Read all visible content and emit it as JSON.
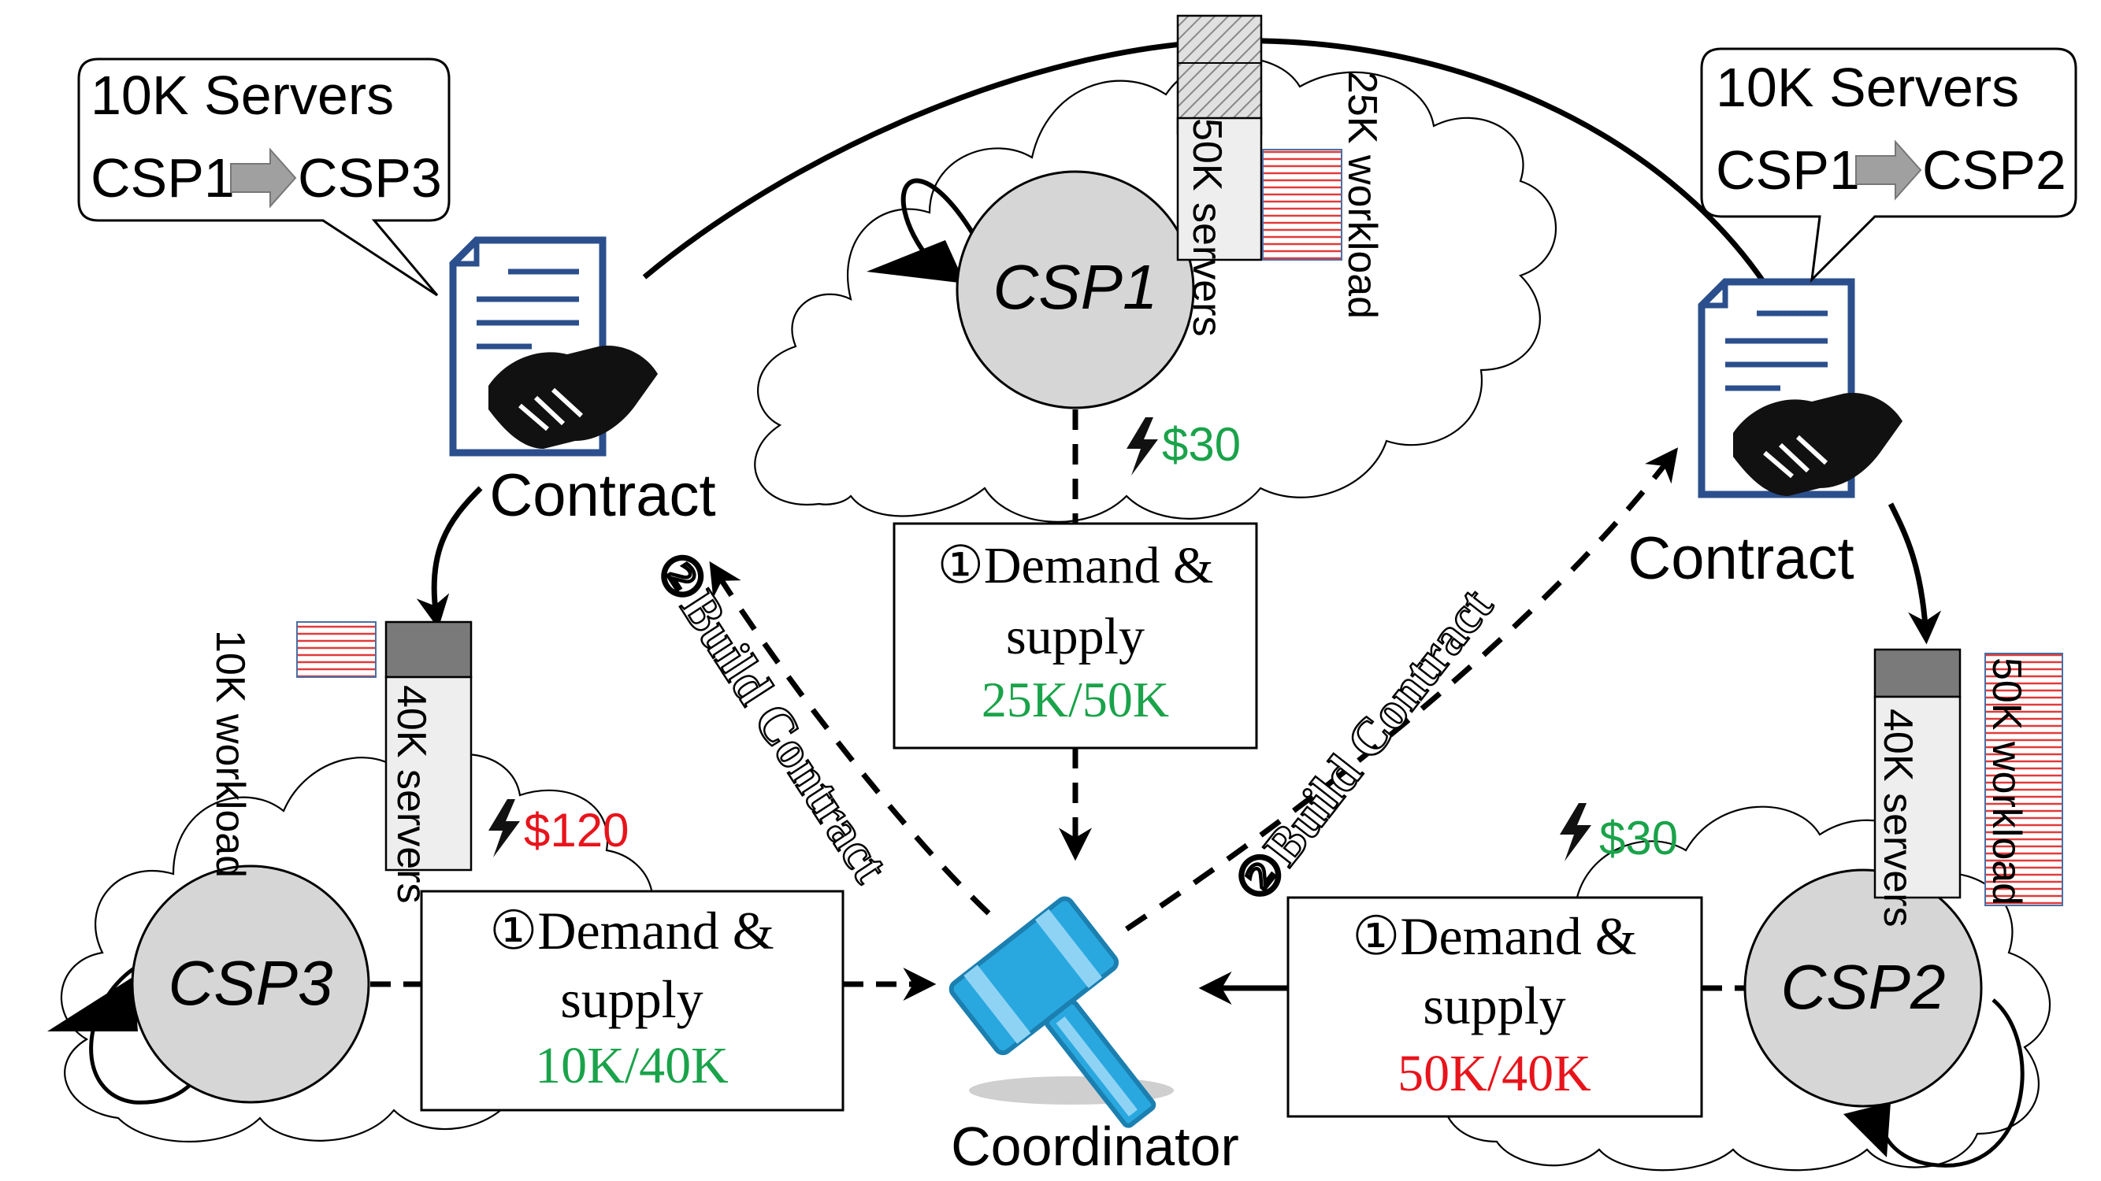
{
  "colors": {
    "accent_green": "#1aa34a",
    "accent_red": "#e8141c",
    "gavel_blue": "#29a8df",
    "doc_blue": "#2b4f8c",
    "node_fill": "#d6d6d6",
    "stripe_red": "#e23a3a"
  },
  "csp1": {
    "label": "CSP1",
    "servers": "50K servers",
    "workload": "25K workload",
    "price": "$30",
    "demand_title": "①Demand & supply",
    "ratio": "25K/50K"
  },
  "csp2": {
    "label": "CSP2",
    "servers": "40K servers",
    "workload": "50K workload",
    "price": "$30",
    "demand_title": "①Demand & supply",
    "ratio": "50K/40K"
  },
  "csp3": {
    "label": "CSP3",
    "servers": "40K servers",
    "workload": "10K workload",
    "price": "$120",
    "demand_title": "①Demand & supply",
    "ratio": "10K/40K"
  },
  "contract_left": {
    "label": "Contract",
    "bubble_line1": "10K Servers",
    "from": "CSP1",
    "to": "CSP3"
  },
  "contract_right": {
    "label": "Contract",
    "bubble_line1": "10K Servers",
    "from": "CSP1",
    "to": "CSP2"
  },
  "coordinator": {
    "label": "Coordinator"
  },
  "build_contract": {
    "left": "②Build Contract",
    "right": "②Build Contract"
  },
  "icons": [
    "contract-document-icon",
    "handshake-icon",
    "gavel-icon",
    "lightning-icon",
    "arrow-right-icon"
  ]
}
